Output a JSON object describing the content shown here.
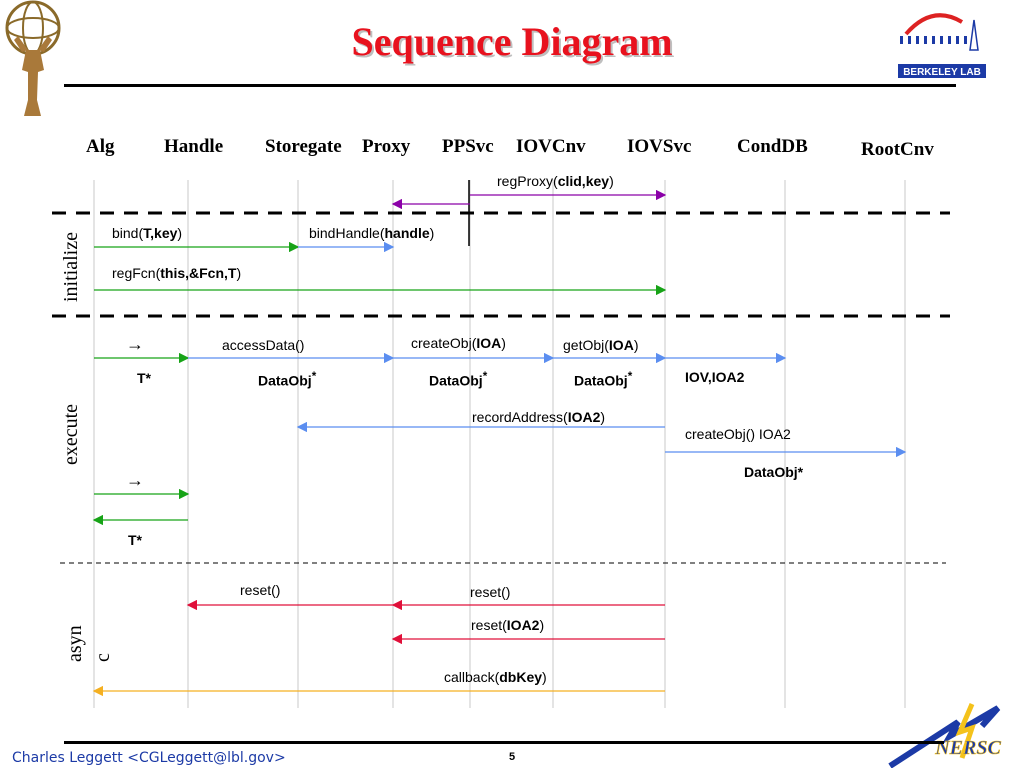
{
  "title": "Sequence Diagram",
  "logos": {
    "atlas": "ATLAS",
    "berkeley": "BERKELEY LAB",
    "nersc": "NERSC"
  },
  "columns": [
    "Alg",
    "Handle",
    "Storegate",
    "Proxy",
    "PPSvc",
    "IOVCnv",
    "IOVSvc",
    "CondDB",
    "RootCnv"
  ],
  "phases": {
    "initialize": "initialize",
    "execute": "execute",
    "async_1": "asyn",
    "async_2": "c"
  },
  "messages": {
    "regProxy": {
      "pre": "regProxy(",
      "b": "clid,key",
      "post": ")"
    },
    "bind": {
      "pre": "bind(",
      "b": "T,key",
      "post": ")"
    },
    "bindHandle": {
      "pre": "bindHandle(",
      "b": "handle",
      "post": ")"
    },
    "regFcn": {
      "pre": "regFcn(",
      "b": "this,&Fcn,T",
      "post": ")"
    },
    "accessData": "accessData()",
    "createObj1": {
      "pre": "createObj(",
      "b": "IOA",
      "post": ")"
    },
    "getObj": {
      "pre": "getObj(",
      "b": "IOA",
      "post": ")"
    },
    "recordAddress": {
      "pre": "recordAddress(",
      "b": "IOA2",
      "post": ")"
    },
    "createObj2": "createObj() IOA2",
    "reset1": "reset()",
    "reset2": "reset()",
    "reset3": {
      "pre": "reset(",
      "b": "IOA2",
      "post": ")"
    },
    "callback": {
      "pre": "callback(",
      "b": "dbKey",
      "post": ")"
    }
  },
  "returns": {
    "arrow1": "→",
    "arrow2": "→",
    "t1": "T*",
    "t2": "T*",
    "dataobj1": "DataObj",
    "dataobj2": "DataObj",
    "dataobj3": "DataObj",
    "star": "*",
    "iov": "IOV,IOA2",
    "dataobj4": "DataObj*"
  },
  "footer": "Charles Leggett <CGLeggett@lbl.gov>",
  "page_number": "5",
  "colors": {
    "title": "#e8121e",
    "green": "#17a317",
    "blue": "#5b8ef0",
    "purple": "#8b00a8",
    "red": "#e0103a",
    "orange": "#f5b021",
    "footer": "#1c3aa6"
  }
}
